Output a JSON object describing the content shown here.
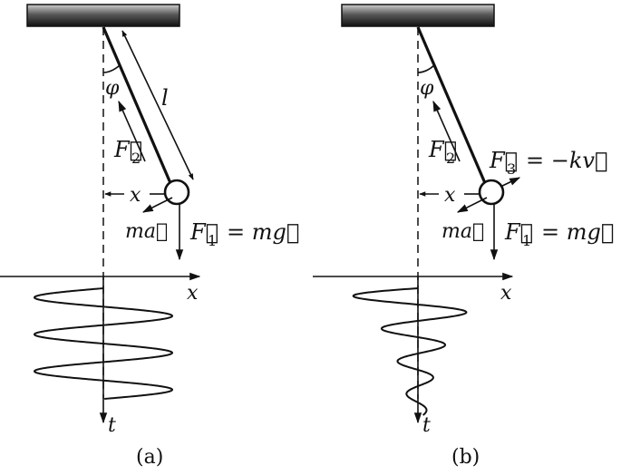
{
  "panel_a": {
    "caption": "(a)",
    "angle_label": "φ",
    "length_label": "l",
    "force2_label": "F⃗",
    "force2_sub": "2",
    "disp_label": "x",
    "accel_label": "ma⃗",
    "force1_label": "F⃗",
    "force1_sub": "1",
    "force1_rhs": "= mg⃗",
    "x_axis_label": "x",
    "t_axis_label": "t",
    "trace": "undamped"
  },
  "panel_b": {
    "caption": "(b)",
    "angle_label": "φ",
    "force2_label": "F⃗",
    "force2_sub": "2",
    "force3_label": "F⃗",
    "force3_sub": "3",
    "force3_rhs": "= −kv⃗",
    "disp_label": "x",
    "accel_label": "ma⃗",
    "force1_label": "F⃗",
    "force1_sub": "1",
    "force1_rhs": "= mg⃗",
    "x_axis_label": "x",
    "t_axis_label": "t",
    "trace": "damped"
  }
}
